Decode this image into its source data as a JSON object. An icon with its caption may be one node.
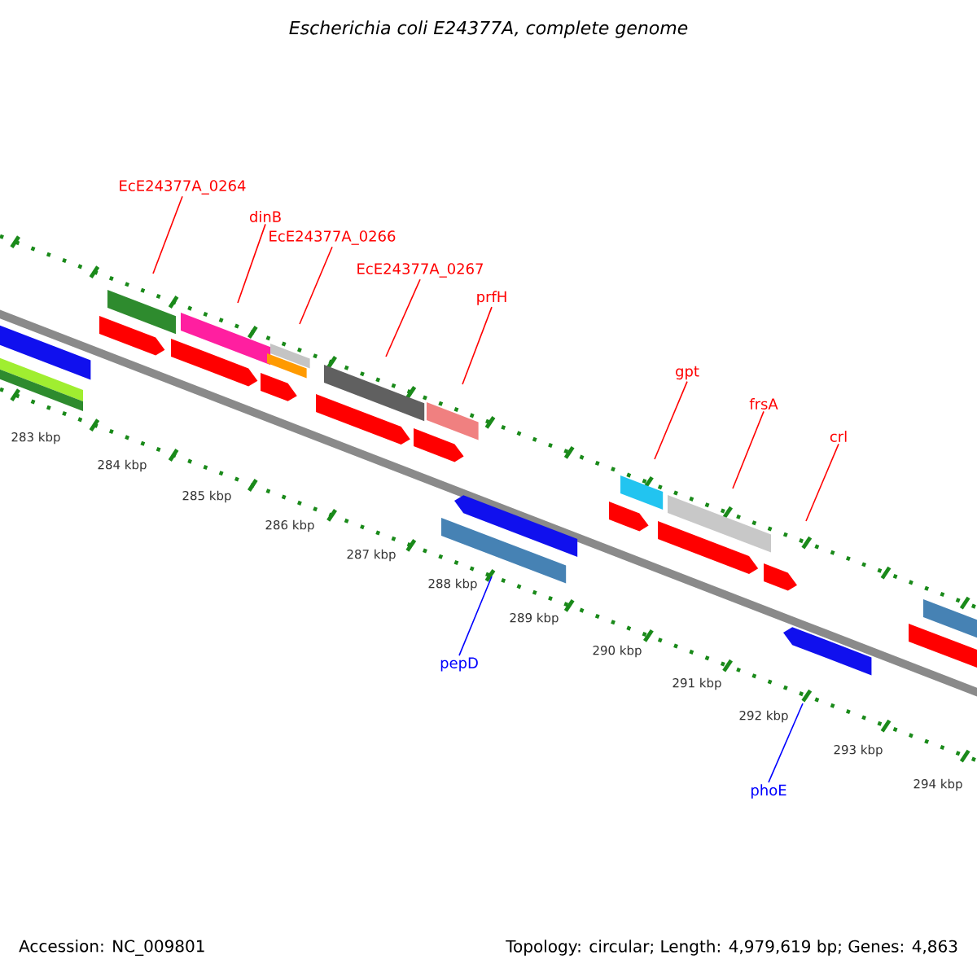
{
  "diagram": {
    "title": "Escherichia coli E24377A, complete genome",
    "nodes": [
      {
        "text": [
          "EcE24377A_0264"
        ]
      },
      {
        "text": [
          "dinB"
        ]
      },
      {
        "text": [
          "EcE24377A_0266"
        ]
      },
      {
        "text": [
          "EcE24377A_0267"
        ]
      },
      {
        "text": [
          "prfH"
        ]
      },
      {
        "text": [
          "gpt"
        ]
      },
      {
        "text": [
          "frsA"
        ]
      },
      {
        "text": [
          "crl"
        ]
      },
      {
        "text": [
          "pepD"
        ]
      },
      {
        "text": [
          "phoE"
        ]
      }
    ],
    "edges": [
      {
        "from": 0,
        "to": null,
        "arrow": "none"
      },
      {
        "from": 1,
        "to": null,
        "arrow": "none"
      },
      {
        "from": 2,
        "to": null,
        "arrow": "none"
      },
      {
        "from": 3,
        "to": null,
        "arrow": "none"
      },
      {
        "from": 4,
        "to": null,
        "arrow": "none"
      },
      {
        "from": 5,
        "to": null,
        "arrow": "none"
      },
      {
        "from": 6,
        "to": null,
        "arrow": "none"
      },
      {
        "from": 7,
        "to": null,
        "arrow": "none"
      },
      {
        "from": 8,
        "to": null,
        "arrow": "none",
        "color": "#0000ff"
      },
      {
        "from": 9,
        "to": null,
        "arrow": "none",
        "color": "#0000ff"
      }
    ],
    "labels": [
      "283 kbp",
      "284 kbp",
      "285 kbp",
      "286 kbp",
      "287 kbp",
      "288 kbp",
      "289 kbp",
      "290 kbp",
      "291 kbp",
      "292 kbp",
      "293 kbp",
      "294 kbp",
      "Accession: NC_009801",
      "Topology: circular; Length: 4,979,619 bp; Genes: 4,863"
    ]
  }
}
